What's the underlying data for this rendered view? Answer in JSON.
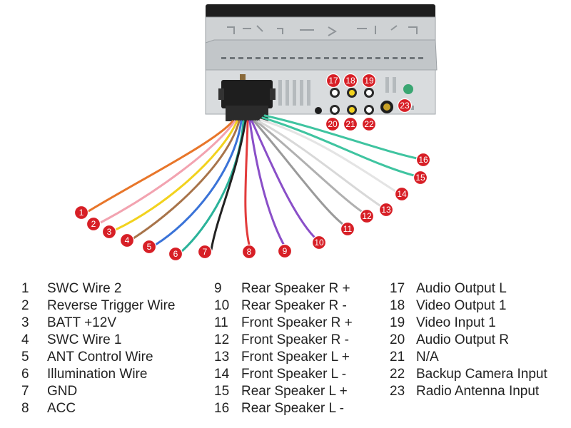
{
  "markers": [
    {
      "num": "1",
      "label": "SWC Wire 2",
      "color": "#e8762a"
    },
    {
      "num": "2",
      "label": "Reverse Trigger Wire",
      "color": "#f2a3b0"
    },
    {
      "num": "3",
      "label": "BATT +12V",
      "color": "#f2d21e"
    },
    {
      "num": "4",
      "label": "SWC Wire 1",
      "color": "#a8744a"
    },
    {
      "num": "5",
      "label": "ANT Control Wire",
      "color": "#3a73d8"
    },
    {
      "num": "6",
      "label": "Illumination Wire",
      "color": "#2bb39a"
    },
    {
      "num": "7",
      "label": "GND",
      "color": "#222222"
    },
    {
      "num": "8",
      "label": "ACC",
      "color": "#e23b3b"
    },
    {
      "num": "9",
      "label": "Rear Speaker R +",
      "color": "#8a4fc8"
    },
    {
      "num": "10",
      "label": "Rear Speaker R -",
      "color": "#8a4fc8"
    },
    {
      "num": "11",
      "label": "Front Speaker R +",
      "color": "#9a9a9a"
    },
    {
      "num": "12",
      "label": "Front Speaker R -",
      "color": "#b0b0b0"
    },
    {
      "num": "13",
      "label": "Front Speaker L +",
      "color": "#d8d8d8"
    },
    {
      "num": "14",
      "label": "Front Speaker L -",
      "color": "#e4e4e4"
    },
    {
      "num": "15",
      "label": "Rear Speaker L +",
      "color": "#3fc4a0"
    },
    {
      "num": "16",
      "label": "Rear Speaker L -",
      "color": "#3fc4a0"
    },
    {
      "num": "17",
      "label": "Audio Output L"
    },
    {
      "num": "18",
      "label": "Video Output 1"
    },
    {
      "num": "19",
      "label": "Video Input 1"
    },
    {
      "num": "20",
      "label": "Audio Output R"
    },
    {
      "num": "21",
      "label": "N/A"
    },
    {
      "num": "22",
      "label": "Backup Camera Input"
    },
    {
      "num": "23",
      "label": "Radio Antenna Input"
    }
  ],
  "marker_color": "#d71f26",
  "rca_colors": {
    "left": "#ffffff",
    "middle": "#f2d21e",
    "right": "#ffffff"
  }
}
